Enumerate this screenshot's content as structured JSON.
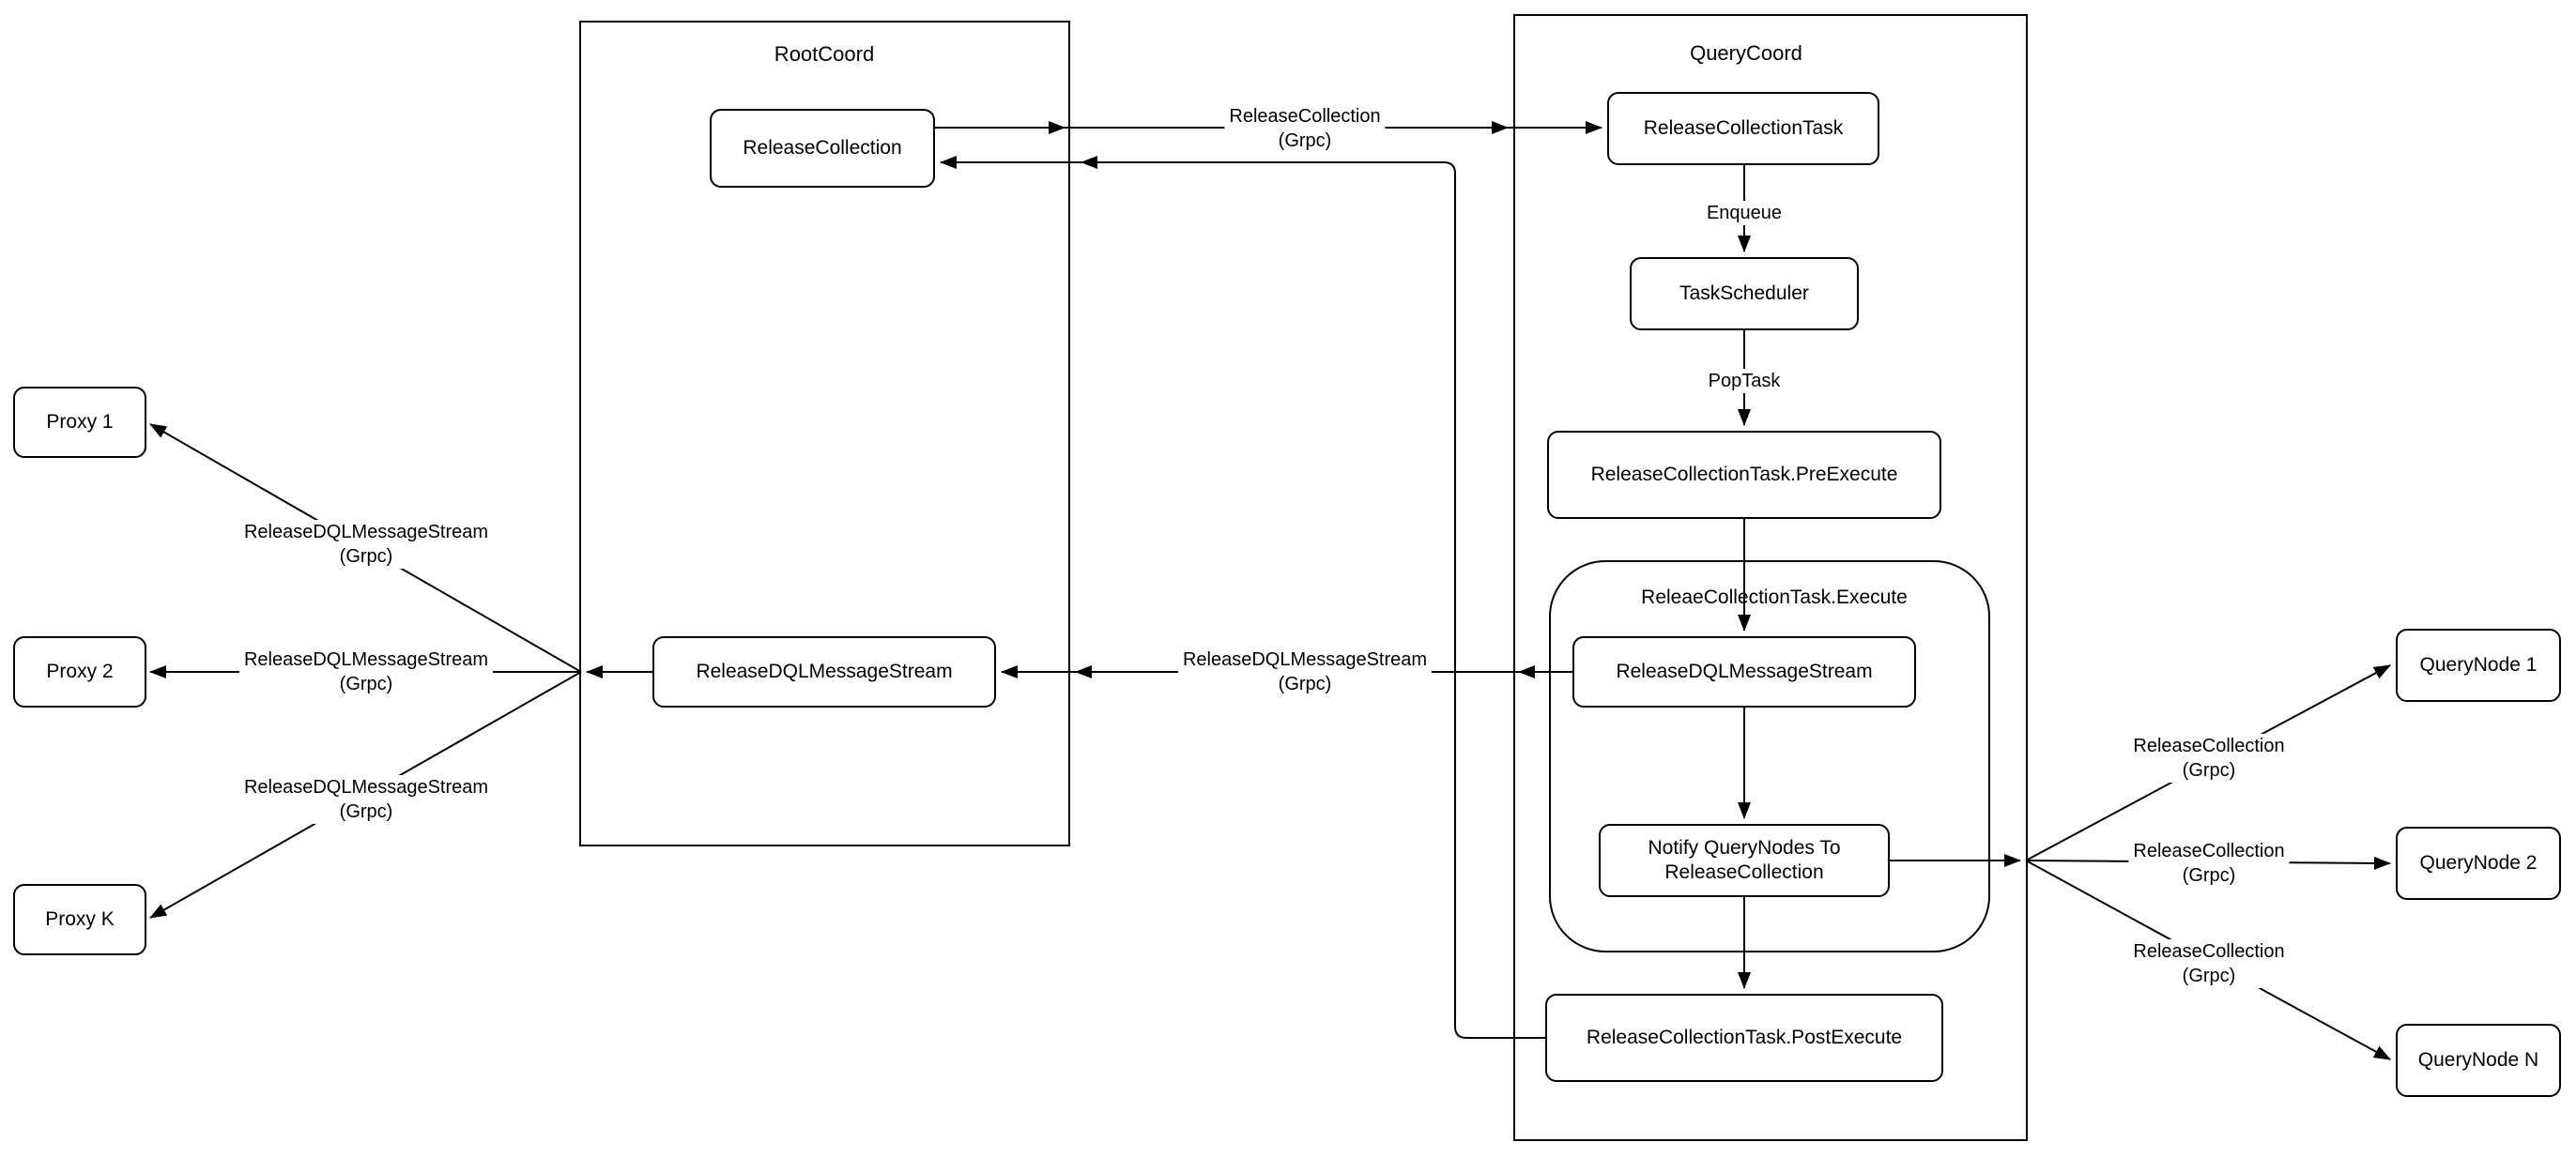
{
  "diagram": {
    "containers": {
      "root_coord": {
        "title": "RootCoord"
      },
      "query_coord": {
        "title": "QueryCoord"
      },
      "execute_group": {
        "title": "ReleaeCollectionTask.Execute"
      }
    },
    "nodes": {
      "release_collection": {
        "label": "ReleaseCollection"
      },
      "release_collection_task": {
        "label": "ReleaseCollectionTask"
      },
      "task_scheduler": {
        "label": "TaskScheduler"
      },
      "pre_execute": {
        "label": "ReleaseCollectionTask.PreExecute"
      },
      "dql_stream_querycoord": {
        "label": "ReleaseDQLMessageStream"
      },
      "notify_querynodes": {
        "label": "Notify QueryNodes To\nReleaseCollection"
      },
      "post_execute": {
        "label": "ReleaseCollectionTask.PostExecute"
      },
      "dql_stream_rootcoord": {
        "label": "ReleaseDQLMessageStream"
      },
      "proxy_1": {
        "label": "Proxy 1"
      },
      "proxy_2": {
        "label": "Proxy 2"
      },
      "proxy_k": {
        "label": "Proxy K"
      },
      "query_node_1": {
        "label": "QueryNode 1"
      },
      "query_node_2": {
        "label": "QueryNode 2"
      },
      "query_node_n": {
        "label": "QueryNode N"
      }
    },
    "edge_labels": {
      "release_collection_grpc_top": "ReleaseCollection\n(Grpc)",
      "enqueue": "Enqueue",
      "pop_task": "PopTask",
      "dql_grpc_mid": "ReleaseDQLMessageStream\n(Grpc)",
      "dql_grpc_proxy1": "ReleaseDQLMessageStream\n(Grpc)",
      "dql_grpc_proxy2": "ReleaseDQLMessageStream\n(Grpc)",
      "dql_grpc_proxyk": "ReleaseDQLMessageStream\n(Grpc)",
      "rc_grpc_qn1": "ReleaseCollection\n(Grpc)",
      "rc_grpc_qn2": "ReleaseCollection\n(Grpc)",
      "rc_grpc_qnn": "ReleaseCollection\n(Grpc)"
    },
    "colors": {
      "ink": "#000000",
      "background": "#ffffff"
    }
  }
}
